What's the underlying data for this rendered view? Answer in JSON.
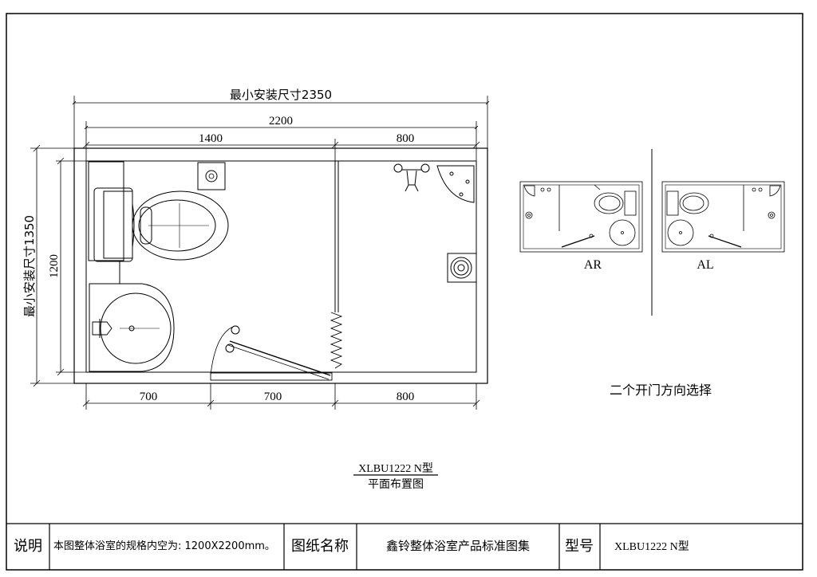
{
  "plan": {
    "min_install_width": "最小安装尺寸2350",
    "min_install_depth": "最小安装尺寸1350",
    "overall_width": "2200",
    "top_left_width": "1400",
    "top_right_width": "800",
    "inner_depth": "1200",
    "bottom_dims": [
      "700",
      "700",
      "800"
    ]
  },
  "variants": {
    "ar_label": "AR",
    "al_label": "AL",
    "caption": "二个开门方向选择"
  },
  "drawing_title": {
    "model": "XLBU1222 N型",
    "subtitle": "平面布置图"
  },
  "title_block": {
    "note_label": "说明",
    "note_text": "本图整体浴室的规格内空为: 1200X2200mm。",
    "drawing_name_label": "图纸名称",
    "drawing_name": "鑫铃整体浴室产品标准图集",
    "model_label": "型号",
    "model_value": "XLBU1222 N型"
  }
}
